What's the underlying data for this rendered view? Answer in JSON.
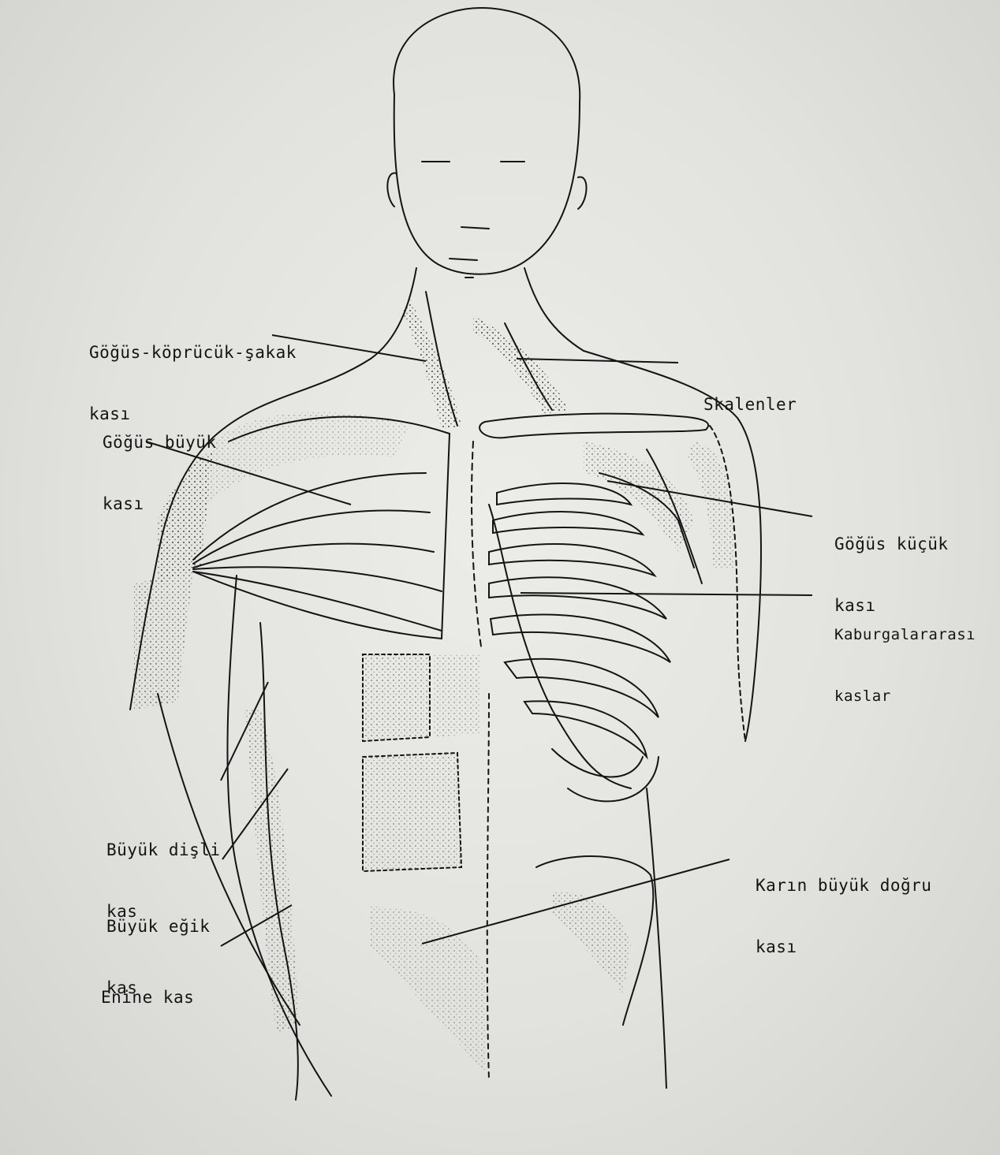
{
  "labels": {
    "sternocleidomastoid": [
      "Göğüs-köprücük-şakak",
      "kası"
    ],
    "pectoralis_major": [
      "Göğüs büyük",
      "kası"
    ],
    "scalenes": [
      "Skalenler"
    ],
    "pectoralis_minor": [
      "Göğüs küçük",
      "kası"
    ],
    "intercostals": [
      "Kaburgalararası",
      "kaslar"
    ],
    "serratus_anterior": [
      "Büyük dişli",
      "kas"
    ],
    "external_oblique": [
      "Büyük eğik",
      "kas"
    ],
    "transversus": [
      "Enine kas"
    ],
    "rectus_abdominis": [
      "Karın büyük doğru",
      "kası"
    ]
  },
  "colors": {
    "ink": "#141414",
    "paper": "#e4e4e0"
  }
}
